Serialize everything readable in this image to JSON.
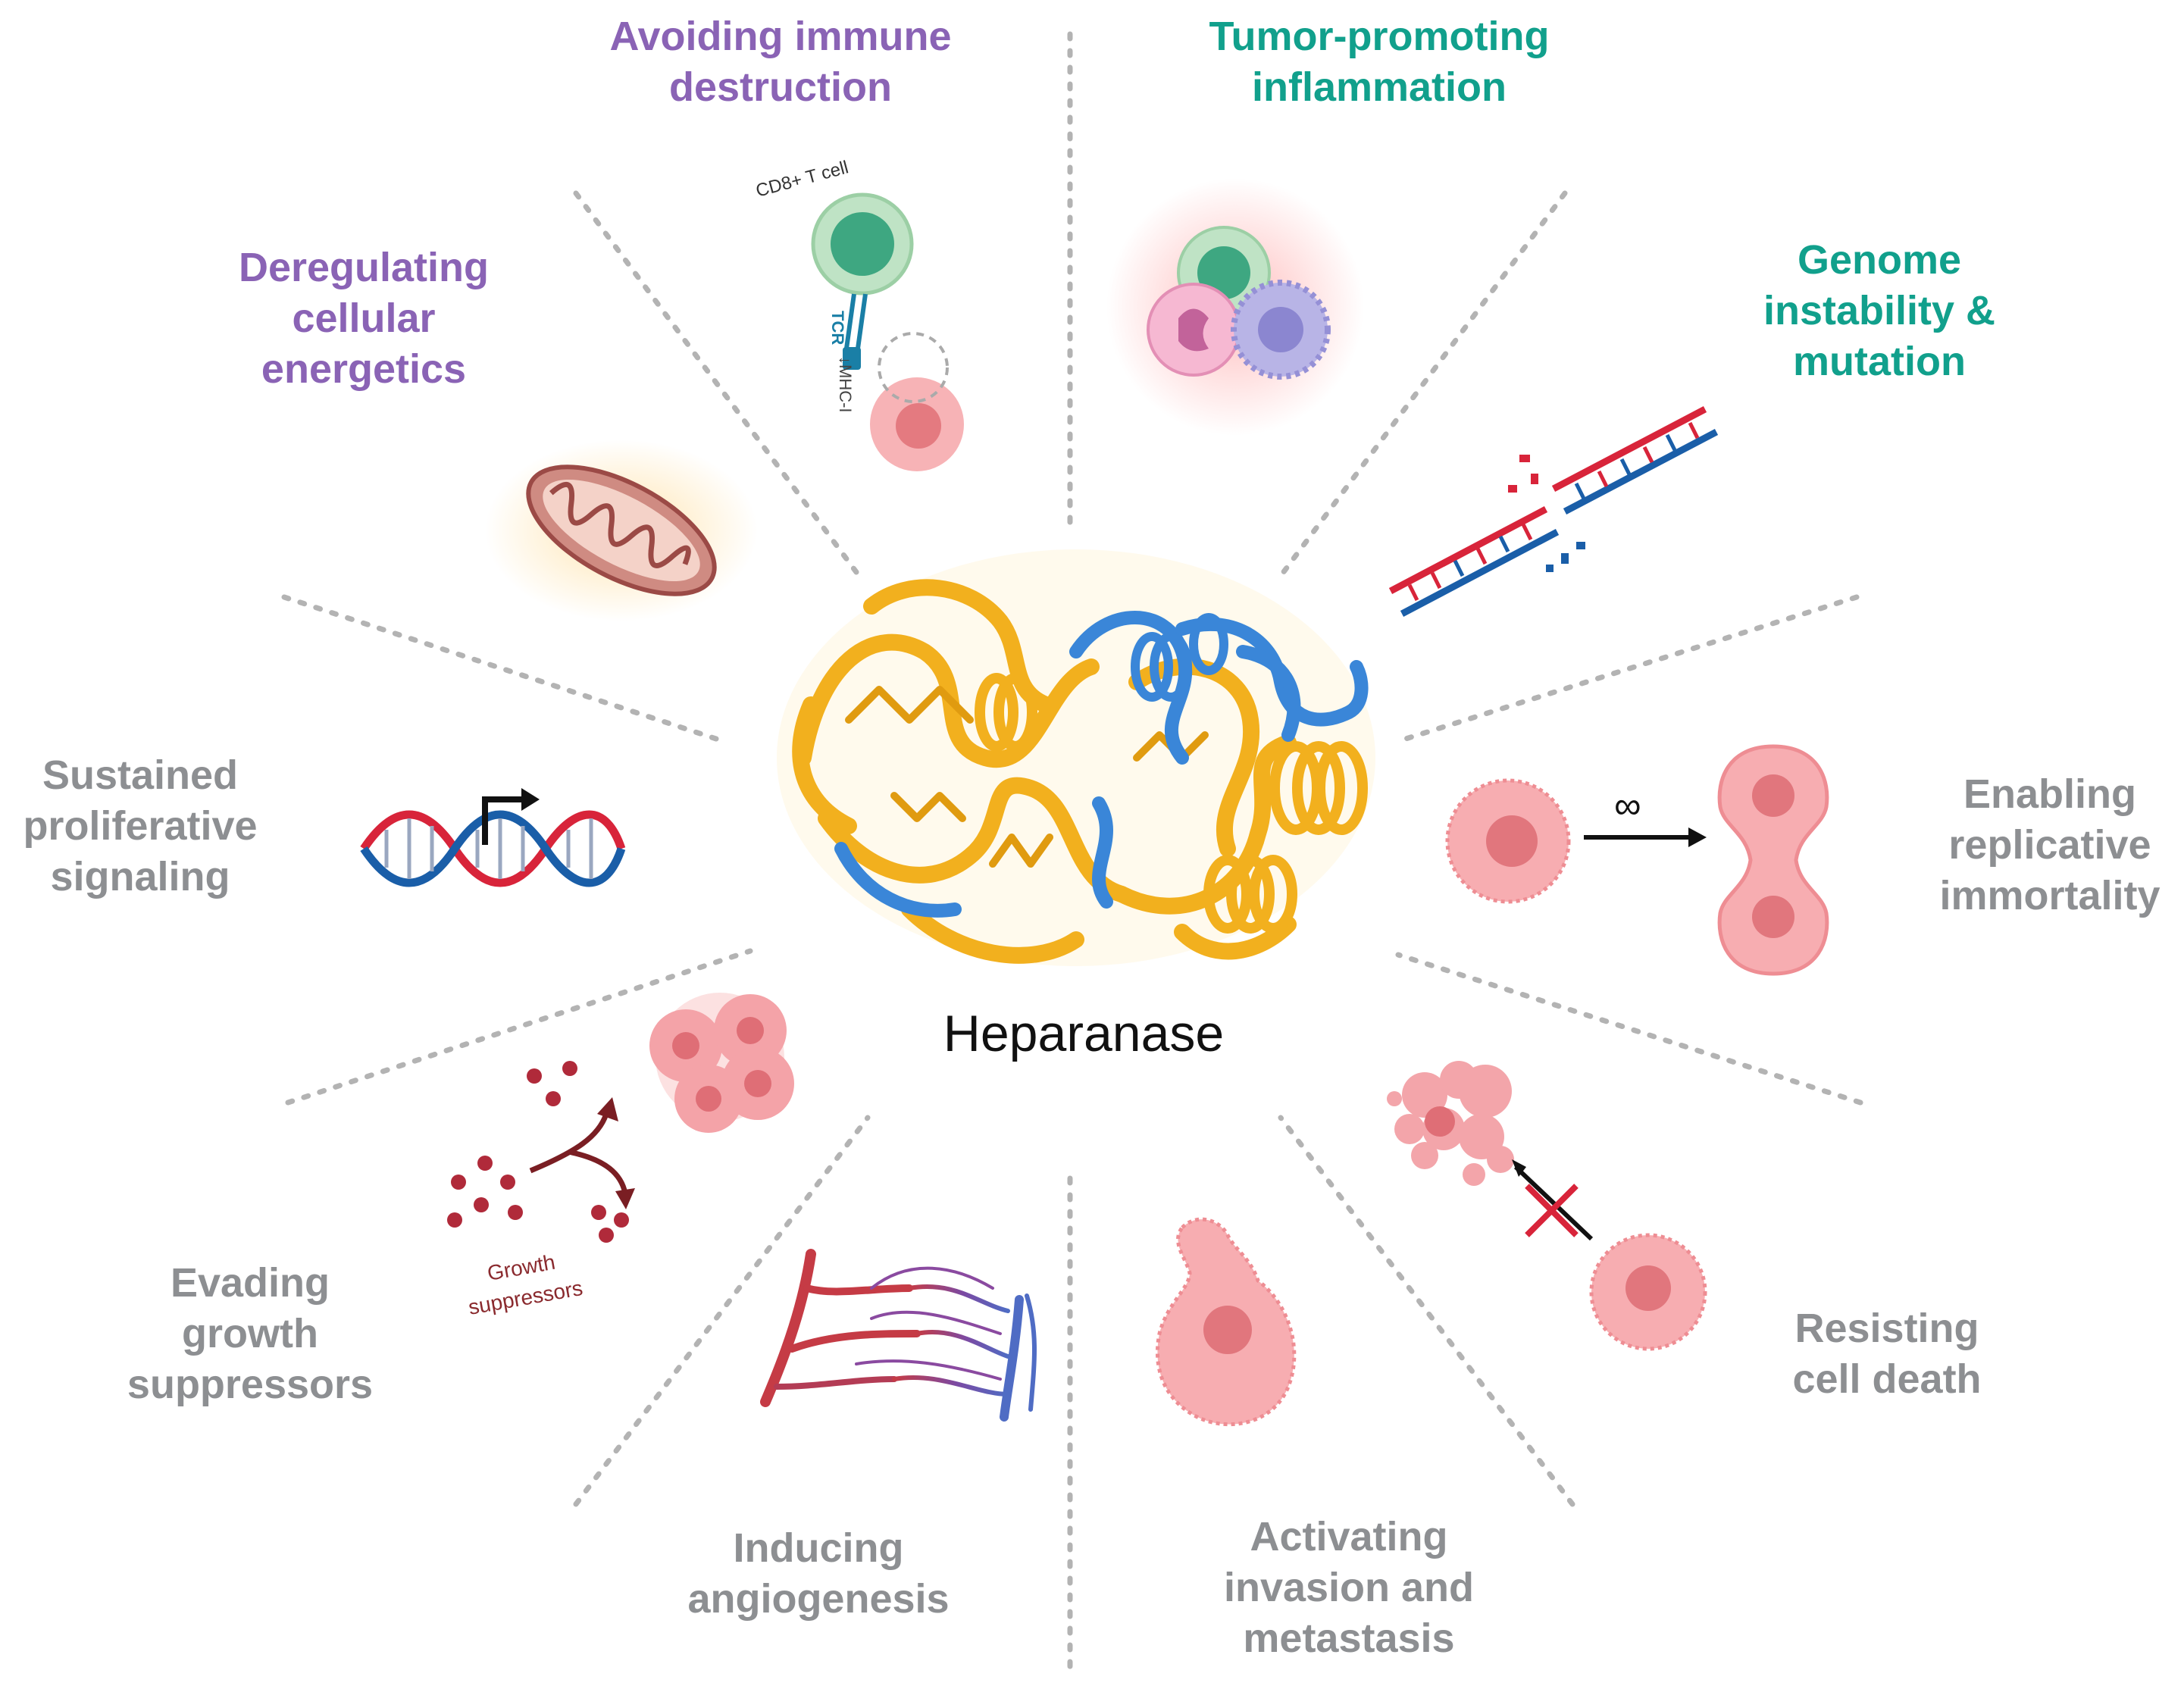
{
  "center": {
    "title": "Heparanase"
  },
  "hallmarks": {
    "avoiding_immune": "Avoiding immune\ndestruction",
    "tumor_inflammation": "Tumor-promoting\ninflammation",
    "deregulating_energetics": "Deregulating\ncellular\nenergetics",
    "genome_instability": "Genome\ninstability &\nmutation",
    "sustained_proliferative": "Sustained\nproliferative\nsignaling",
    "replicative_immortality": "Enabling\nreplicative\nimmortality",
    "evading_suppressors": "Evading\ngrowth\nsuppressors",
    "resisting_death": "Resisting\ncell death",
    "inducing_angiogenesis": "Inducing\nangiogenesis",
    "invasion_metastasis": "Activating\ninvasion and\nmetastasis"
  },
  "annotations": {
    "cd8_tcell": "CD8+ T cell",
    "tcr": "TCR",
    "mhc": "↓MHC-I",
    "infinity": "∞",
    "growth": "Growth",
    "suppressors": "suppressors"
  },
  "colors": {
    "purple": "#8a63b5",
    "teal": "#11a08c",
    "gray": "#8d8f92",
    "protein_gold": "#f2b01e",
    "protein_blue": "#3a86d8",
    "cell_pink": "#f49a9f",
    "dna_red": "#d8243a",
    "dna_blue": "#1a5ea8"
  }
}
